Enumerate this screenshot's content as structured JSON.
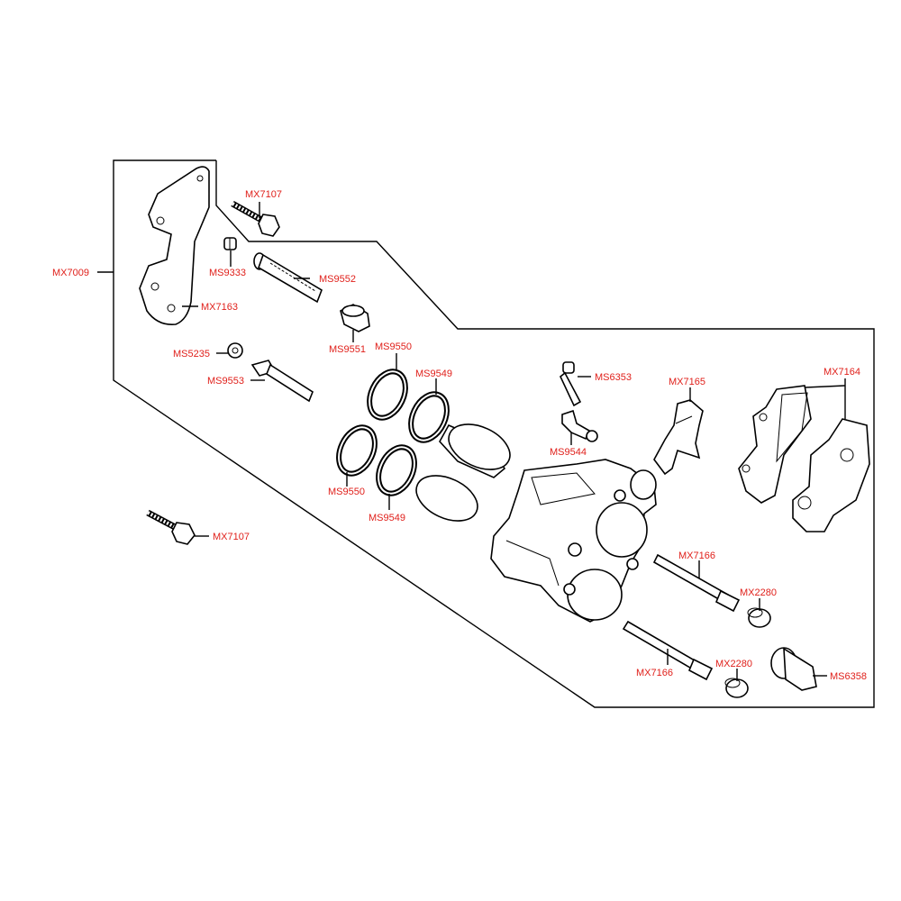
{
  "colors": {
    "label": "#e0201b",
    "line": "#000000",
    "background": "#ffffff"
  },
  "labels": {
    "mx7009": "MX7009",
    "mx7107_top": "MX7107",
    "ms9333": "MS9333",
    "ms9552": "MS9552",
    "mx7163": "MX7163",
    "ms9551": "MS9551",
    "ms5235": "MS5235",
    "ms9553": "MS9553",
    "ms9550_top": "MS9550",
    "ms9549_top": "MS9549",
    "ms9550_bottom": "MS9550",
    "ms9549_bottom": "MS9549",
    "ms6353": "MS6353",
    "ms9544": "MS9544",
    "mx7165": "MX7165",
    "mx7164": "MX7164",
    "mx7107_bottom": "MX7107",
    "mx7166_top": "MX7166",
    "mx2280_top": "MX2280",
    "mx7166_bottom": "MX7166",
    "mx2280_bottom": "MX2280",
    "ms6358": "MS6358"
  }
}
